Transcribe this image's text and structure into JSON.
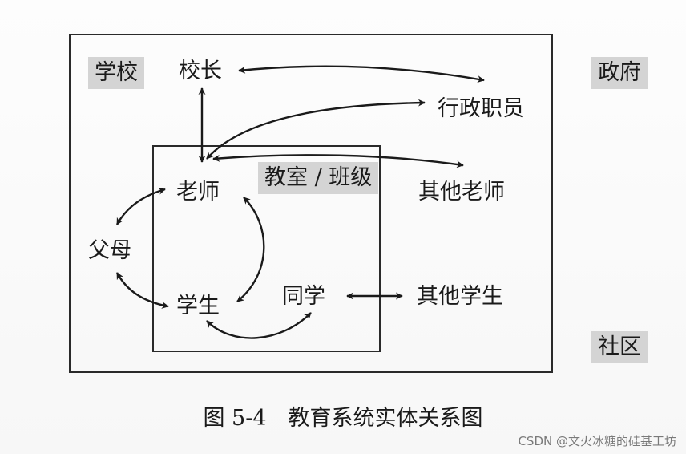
{
  "diagram": {
    "tags": {
      "school": "学校",
      "classroom": "教室 / 班级",
      "government": "政府",
      "community": "社区"
    },
    "nodes": {
      "principal": "校长",
      "admin_staff": "行政职员",
      "teacher": "老师",
      "other_teachers": "其他老师",
      "parents": "父母",
      "student": "学生",
      "classmate": "同学",
      "other_students": "其他学生"
    },
    "caption": "图 5-4　教育系统实体关系图"
  },
  "watermark": "CSDN @文火冰糖的硅基工坊"
}
